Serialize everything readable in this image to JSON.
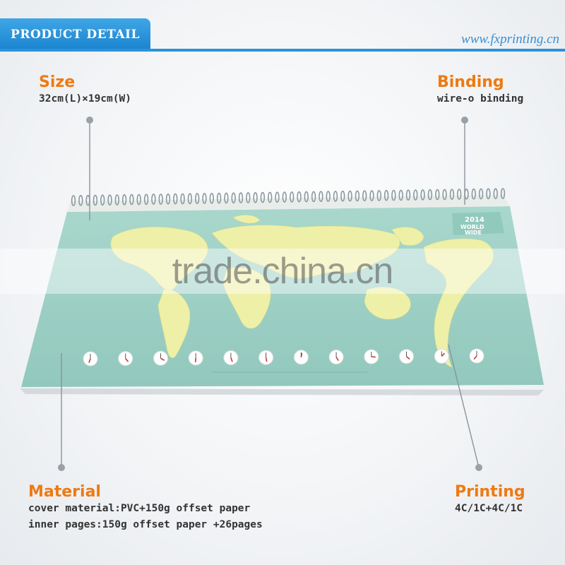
{
  "header": {
    "tab_label": "PRODUCT DETAIL",
    "site_url": "www.fxprinting.cn"
  },
  "specs": {
    "size": {
      "title": "Size",
      "value": "32cm(L)×19cm(W)"
    },
    "binding": {
      "title": "Binding",
      "value": "wire-o binding"
    },
    "material": {
      "title": "Material",
      "line1": "cover material:PVC+150g offset paper",
      "line2": "inner pages:150g offset paper +26pages"
    },
    "printing": {
      "title": "Printing",
      "value": "4C/1C+4C/1C"
    }
  },
  "calendar": {
    "badge_year": "2014",
    "badge_line1": "WORLD",
    "badge_line2": "WIDE",
    "cover_color": "#9fd0c5",
    "map_color": "#eef0a8"
  },
  "watermark": {
    "text": "trade.china.cn"
  },
  "colors": {
    "accent": "#ee7a12",
    "header_blue": "#2b93d8"
  }
}
